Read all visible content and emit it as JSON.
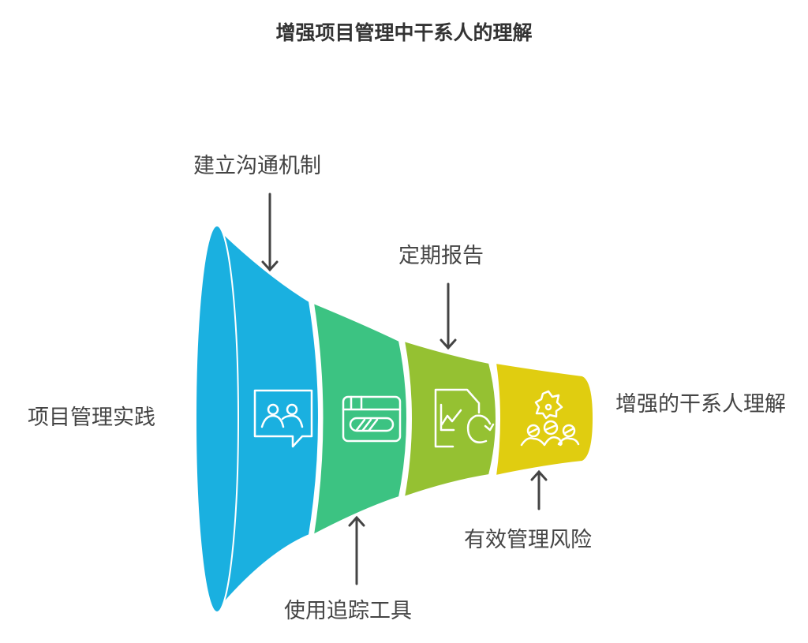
{
  "title": "增强项目管理中干系人的理解",
  "funnel": {
    "input_label": "项目管理实践",
    "output_label": "增强的干系人理解",
    "stages": [
      {
        "label": "建立沟通机制",
        "icon": "people-chat-icon",
        "color": "#1AB0E0",
        "position": "top"
      },
      {
        "label": "使用追踪工具",
        "icon": "progress-window-icon",
        "color": "#3CC382",
        "position": "bottom"
      },
      {
        "label": "定期报告",
        "icon": "report-chart-icon",
        "color": "#95C132",
        "position": "top"
      },
      {
        "label": "有效管理风险",
        "icon": "team-gear-icon",
        "color": "#E0CD10",
        "position": "bottom"
      }
    ]
  }
}
